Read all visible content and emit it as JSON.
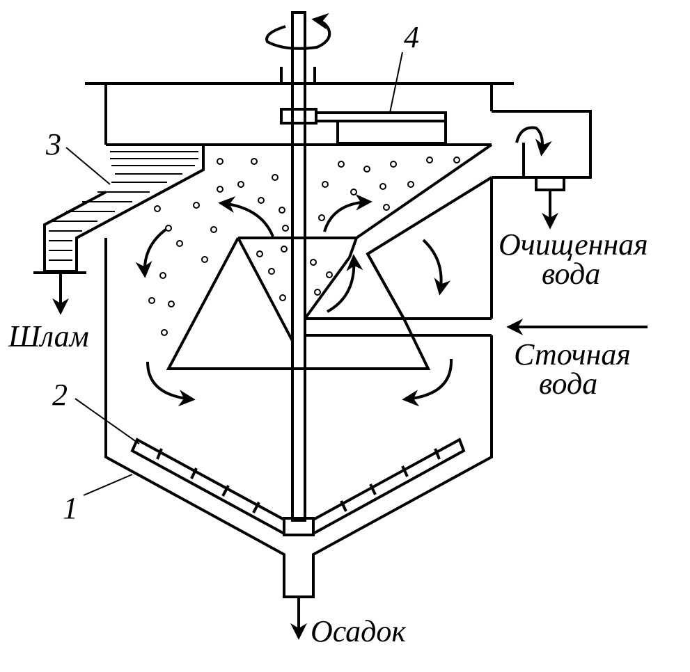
{
  "labels": {
    "sludge_out": "Шлам",
    "clean_water_line1": "Очищенная",
    "clean_water_line2": "вода",
    "waste_water_line1": "Сточная",
    "waste_water_line2": "вода",
    "sediment_out": "Осадок"
  },
  "callouts": {
    "n1": "1",
    "n2": "2",
    "n3": "3",
    "n4": "4"
  },
  "colors": {
    "ink": "#000000",
    "background": "#ffffff"
  }
}
